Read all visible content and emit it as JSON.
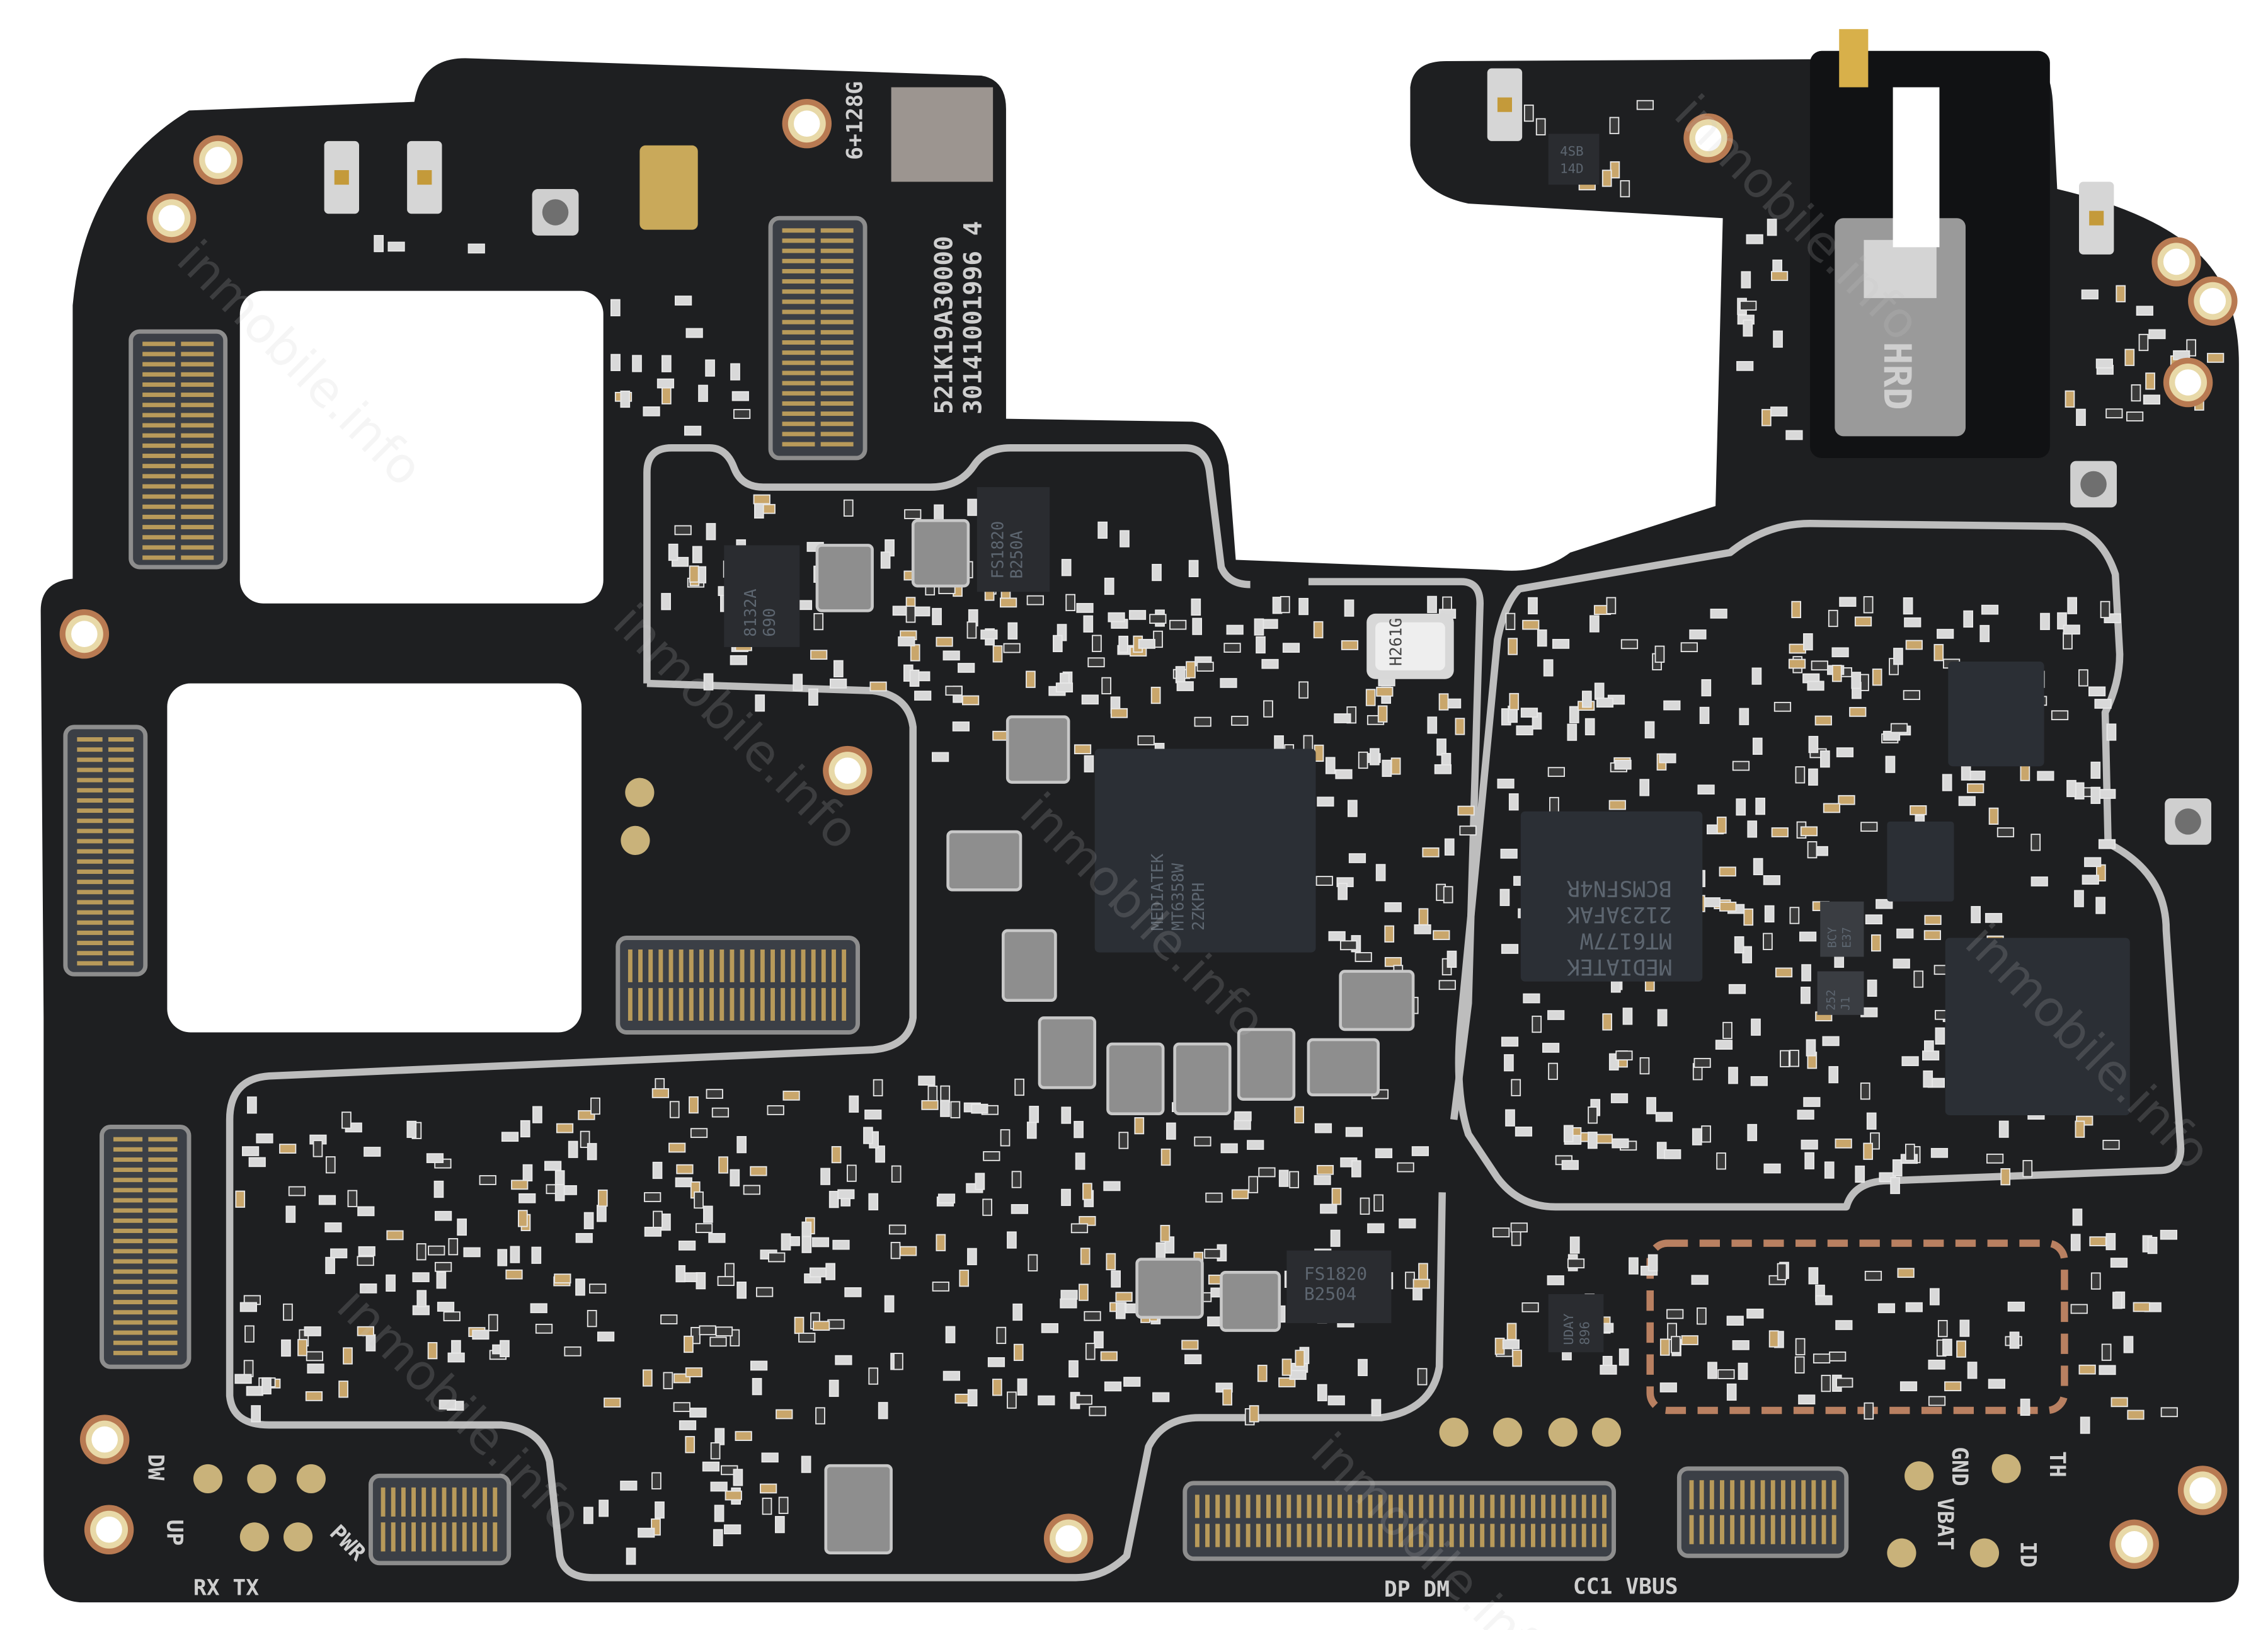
{
  "colors": {
    "board": "#1e1f21",
    "background": "#ffffff",
    "shield": "#bdbdbd",
    "gold": "#c9b27a",
    "chip": "#2b2f35",
    "silk": "#cfcfcf"
  },
  "silkscreen": {
    "memory_label": "6+128G",
    "board_id_line1": "521K19A30000",
    "board_id_line2": "30141001996 4",
    "jack_label": "HRD",
    "test_points": {
      "dw": "DW",
      "up": "UP",
      "pwr": "PWR",
      "rx_tx": "RX TX",
      "dp_dm": "DP DM",
      "cc1_vbus": "CC1 VBUS",
      "gnd": "GND",
      "vbat": "VBAT",
      "th": "TH",
      "id": "ID"
    }
  },
  "chips": {
    "transceiver": [
      "MEDIATEK",
      "MT6177W",
      "2123AFAK",
      "BCMSFN4R"
    ],
    "pmic": [
      "MEDIATEK",
      "MT6358W",
      "2ZKPH"
    ],
    "crystal": "H261G",
    "fs1820_top": [
      "FS1820",
      "B250A"
    ],
    "fs1820_bottom": [
      "FS1820",
      "B2504"
    ],
    "ic_8132a": [
      "8132A",
      "690"
    ],
    "ic_4sb": [
      "4SB",
      "14D"
    ],
    "ic_bcy": [
      "BCY",
      "E37"
    ],
    "ic_252": [
      "252",
      "J1"
    ],
    "ic_uday": [
      "UDAY",
      "896"
    ]
  },
  "watermark": "inmobile.info"
}
